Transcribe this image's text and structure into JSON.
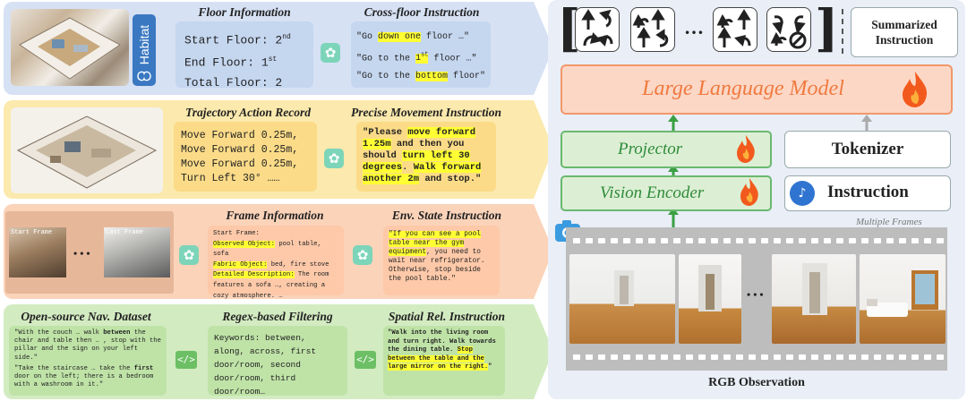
{
  "row1": {
    "habitat_label": "Habitat",
    "floor_info_header": "Floor Information",
    "floor_lines": [
      [
        "Start Floor: 2",
        "nd"
      ],
      [
        "End Floor: 1",
        "st"
      ],
      [
        "Total Floor: 2",
        ""
      ]
    ],
    "cross_header": "Cross-floor Instruction",
    "cross_lines": [
      {
        "pre": "\"Go ",
        "hl": "down one",
        "post": " floor …\"",
        "sup": ""
      },
      {
        "pre": "\"Go to the ",
        "hl": "1",
        "post": " floor …\"",
        "sup": "st"
      },
      {
        "pre": "\"Go to the ",
        "hl": "bottom",
        "post": " floor\"",
        "sup": ""
      }
    ]
  },
  "row2": {
    "traj_header": "Trajectory Action Record",
    "traj_lines": [
      "Move Forward 0.25m,",
      "Move Forward 0.25m,",
      "Move Forward 0.25m,",
      "Turn Left 30° ……"
    ],
    "precise_header": "Precise Movement Instruction",
    "precise_parts": [
      {
        "t": "\"Please ",
        "h": false
      },
      {
        "t": "move forward 1.25m",
        "h": true
      },
      {
        "t": " and then you should ",
        "h": false
      },
      {
        "t": "turn left 30 degrees",
        "h": true
      },
      {
        "t": ". ",
        "h": false
      },
      {
        "t": "Walk forward another 2m",
        "h": true
      },
      {
        "t": " and stop.\"",
        "h": false
      }
    ]
  },
  "row3": {
    "start_frame": "Start Frame",
    "last_frame": "Last Frame",
    "ellipsis": "• • •",
    "frame_info_header": "Frame Information",
    "frame_info_title": "Start Frame:",
    "frame_info_items": [
      {
        "k": "Observed Object:",
        "v": " pool table, sofa"
      },
      {
        "k": "Fabric Object:",
        "v": " bed, fire stove"
      },
      {
        "k": "Detailed Description:",
        "v": " The room features a sofa …, creating a cozy atmosphere. …"
      }
    ],
    "env_header": "Env. State Instruction",
    "env_parts": [
      {
        "t": "\"If you can see a pool table near the gym equipment",
        "h": true
      },
      {
        "t": ", you need to wait near refrigerator. Otherwise, stop beside the pool table.\"",
        "h": false
      }
    ]
  },
  "row4": {
    "dataset_header": "Open-source Nav. Dataset",
    "dataset_p1": [
      {
        "t": "\"With the couch … walk ",
        "b": false
      },
      {
        "t": "between",
        "b": true
      },
      {
        "t": " the chair and table then … , stop with the pillar and the sign on your left side.\"",
        "b": false
      }
    ],
    "dataset_p2": [
      {
        "t": "\"Take the staircase … take the ",
        "b": false
      },
      {
        "t": "first",
        "b": true
      },
      {
        "t": " door on the left; there is a bedroom with a washroom in it.\"",
        "b": false
      }
    ],
    "regex_header": "Regex-based Filtering",
    "regex_text": "Keywords: between, along, across, first door/room, second door/room, third door/room…",
    "spatial_header": "Spatial Rel. Instruction",
    "spatial_parts": [
      {
        "t": "\"Walk into the living room and turn right. Walk towards the dining table. ",
        "h": false
      },
      {
        "t": "Stop between the table and the large mirror on the right.",
        "h": true
      },
      {
        "t": "\"",
        "h": false
      }
    ]
  },
  "right": {
    "summarized": "Summarized Instruction",
    "llm": "Large Language Model",
    "projector": "Projector",
    "tokenizer": "Tokenizer",
    "vision_encoder": "Vision Encoder",
    "instruction": "Instruction",
    "multiple_frames": "Multiple Frames",
    "rgb_observation": "RGB Observation",
    "ellipsis": "…",
    "frames_ellipsis": "• • •"
  },
  "colors": {
    "row1": "#cfdcf3",
    "row2": "#fbe8a8",
    "row3": "#fbd0b5",
    "row4": "#d1eabe",
    "llm_fill": "#fcd6c4",
    "llm_text": "#f07a3f",
    "green_fill": "#dcefd4",
    "green_text": "#2e8b3a"
  }
}
